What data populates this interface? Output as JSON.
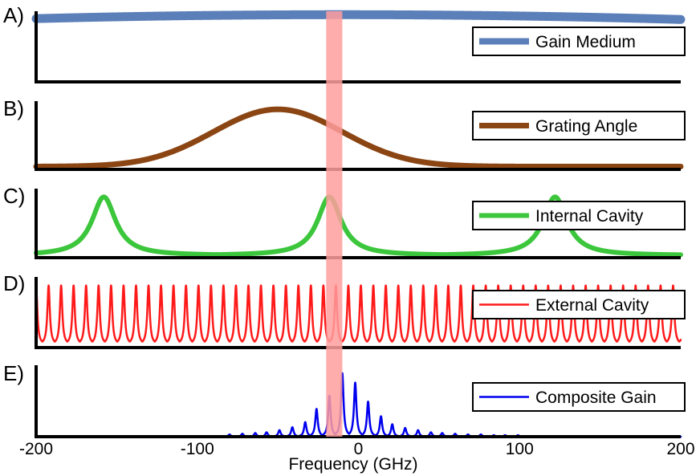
{
  "chart_data": {
    "type": "line",
    "xlabel": "Frequency (GHz)",
    "xlim": [
      -200,
      200
    ],
    "x_ticks": [
      "-200",
      "-100",
      "0",
      "100",
      "200"
    ],
    "highlight_band": {
      "x_center": -15,
      "width": 10,
      "color": "#ff9e9e"
    },
    "panels": [
      {
        "label": "A)",
        "series": {
          "name": "Gain Medium",
          "color": "#5b7fb8",
          "stroke_width": 11,
          "model": "broad",
          "center": -10,
          "ylim": [
            0,
            1
          ],
          "level": 0.86,
          "curvature": 0.07
        },
        "legend": {
          "entry": "Gain Medium"
        }
      },
      {
        "label": "B)",
        "series": {
          "name": "Grating Angle",
          "color": "#8b4513",
          "stroke_width": 7,
          "model": "gaussian",
          "center": -50,
          "sigma": 40,
          "ylim": [
            0,
            1
          ],
          "peak": 0.86,
          "base": 0.04
        },
        "legend": {
          "entry": "Grating Angle"
        }
      },
      {
        "label": "C)",
        "series": {
          "name": "Internal Cavity",
          "color": "#3cc63c",
          "stroke_width": 6,
          "model": "lorentzian_comb",
          "peaks": [
            -158,
            -18,
            122
          ],
          "halfwidth": 9,
          "ylim": [
            0,
            1
          ],
          "peak": 0.86,
          "base": 0.03
        },
        "legend": {
          "entry": "Internal Cavity"
        }
      },
      {
        "label": "D)",
        "series": {
          "name": "External Cavity",
          "color": "#ff1a1a",
          "stroke_width": 2.5,
          "model": "fsr_comb",
          "first_peak": -200,
          "spacing": 7.75,
          "halfwidth": 0.9,
          "ylim": [
            0,
            1
          ],
          "peak": 0.86,
          "base": 0.04
        },
        "legend": {
          "entry": "External Cavity"
        }
      },
      {
        "label": "E)",
        "series": {
          "name": "Composite Gain",
          "color": "#0000ee",
          "stroke_width": 2.5,
          "model": "composite",
          "peaks_x": [
            -80,
            -72,
            -64,
            -57,
            -49,
            -41,
            -33,
            -26,
            -18,
            -10,
            -2,
            6,
            14,
            21,
            29,
            37,
            45,
            52,
            60,
            68,
            76,
            84,
            91,
            99
          ],
          "peaks_y": [
            0.03,
            0.04,
            0.05,
            0.06,
            0.09,
            0.13,
            0.2,
            0.38,
            0.56,
            0.87,
            0.74,
            0.48,
            0.28,
            0.17,
            0.12,
            0.09,
            0.06,
            0.05,
            0.04,
            0.03,
            0.03,
            0.02,
            0.02,
            0.02
          ],
          "halfwidth": 0.9,
          "ylim": [
            0,
            1
          ]
        },
        "legend": {
          "entry": "Composite Gain"
        }
      }
    ]
  }
}
